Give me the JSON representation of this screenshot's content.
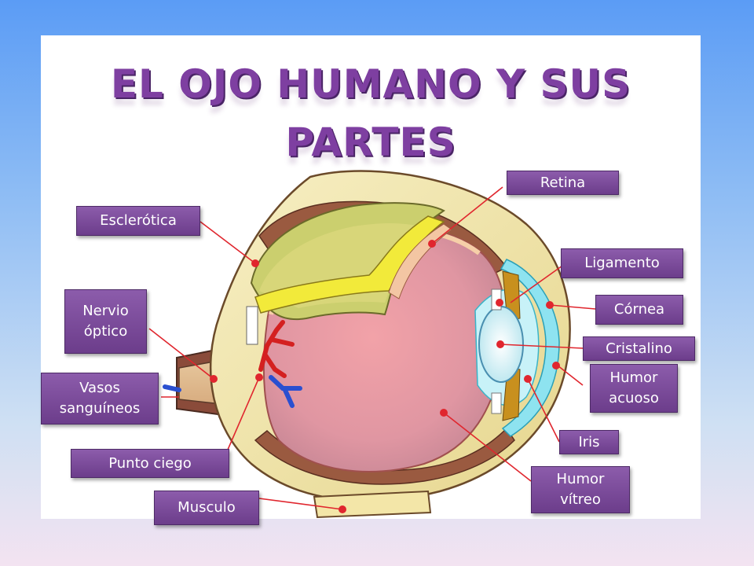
{
  "title": {
    "line1": "EL OJO HUMANO Y SUS",
    "line2": "PARTES"
  },
  "labels": {
    "retina": "Retina",
    "esclerotica": "Esclerótica",
    "ligamento": "Ligamento",
    "nervio": "Nervio óptico",
    "cornea": "Córnea",
    "cristalino": "Cristalino",
    "vasos": "Vasos sanguíneos",
    "humor_acuoso": "Humor acuoso",
    "punto_ciego": "Punto ciego",
    "iris": "Iris",
    "humor_vitreo": "Humor vítreo",
    "musculo": "Musculo"
  },
  "colors": {
    "title": "#7e3fa1",
    "label_bg": "#7a4a9a",
    "pointer": "#e0262e",
    "sclera": "#f3e6a8",
    "vitreous": "#e9a0aa"
  }
}
